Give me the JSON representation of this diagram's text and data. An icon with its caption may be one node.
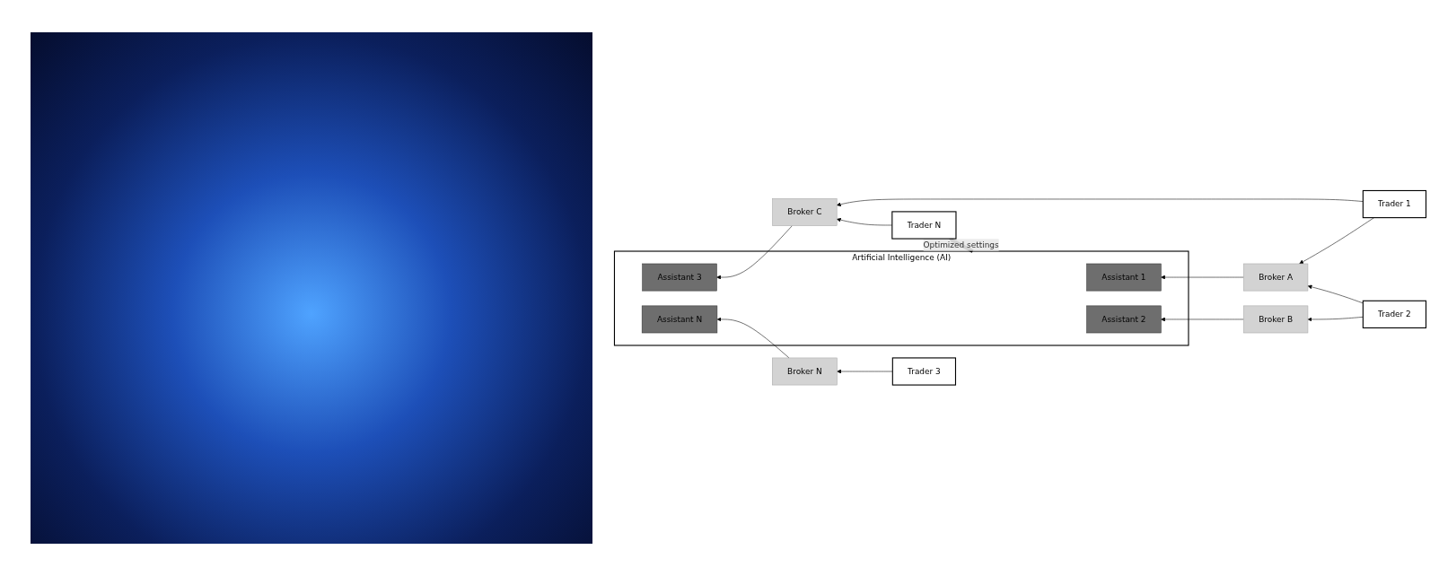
{
  "diagram": {
    "nodes": [
      {
        "text": [
          "Artificial Intelligence (AI)"
        ]
      },
      {
        "text": [
          "Assistant 1"
        ],
        "in": 0
      },
      {
        "text": [
          "Assistant 2"
        ],
        "in": 0
      },
      {
        "text": [
          "Assistant 3"
        ],
        "in": 0
      },
      {
        "text": [
          "Assistant N"
        ],
        "in": 0
      },
      {
        "text": [
          "Broker A"
        ]
      },
      {
        "text": [
          "Broker B"
        ]
      },
      {
        "text": [
          "Broker C"
        ]
      },
      {
        "text": [
          "Broker N"
        ]
      },
      {
        "text": [
          "Trader 1"
        ]
      },
      {
        "text": [
          "Trader 2"
        ]
      },
      {
        "text": [
          "Trader 3"
        ]
      },
      {
        "text": [
          "Trader N"
        ]
      }
    ],
    "edges": [
      {
        "from": 5,
        "to": 1,
        "arrow": "to"
      },
      {
        "from": 6,
        "to": 2,
        "arrow": "to"
      },
      {
        "from": 7,
        "to": 3,
        "arrow": "to"
      },
      {
        "from": 8,
        "to": 4,
        "arrow": "to"
      },
      {
        "from": 9,
        "to": 5,
        "arrow": "to"
      },
      {
        "from": 9,
        "to": 7,
        "arrow": "to"
      },
      {
        "from": 10,
        "to": 5,
        "arrow": "to"
      },
      {
        "from": 10,
        "to": 6,
        "arrow": "to"
      },
      {
        "from": 11,
        "to": 8,
        "arrow": "to"
      },
      {
        "from": 12,
        "to": 7,
        "arrow": "to"
      },
      {
        "from": 0,
        "to": 12,
        "label": "Optimized settings",
        "arrow": "to",
        "style": "thick"
      }
    ]
  }
}
